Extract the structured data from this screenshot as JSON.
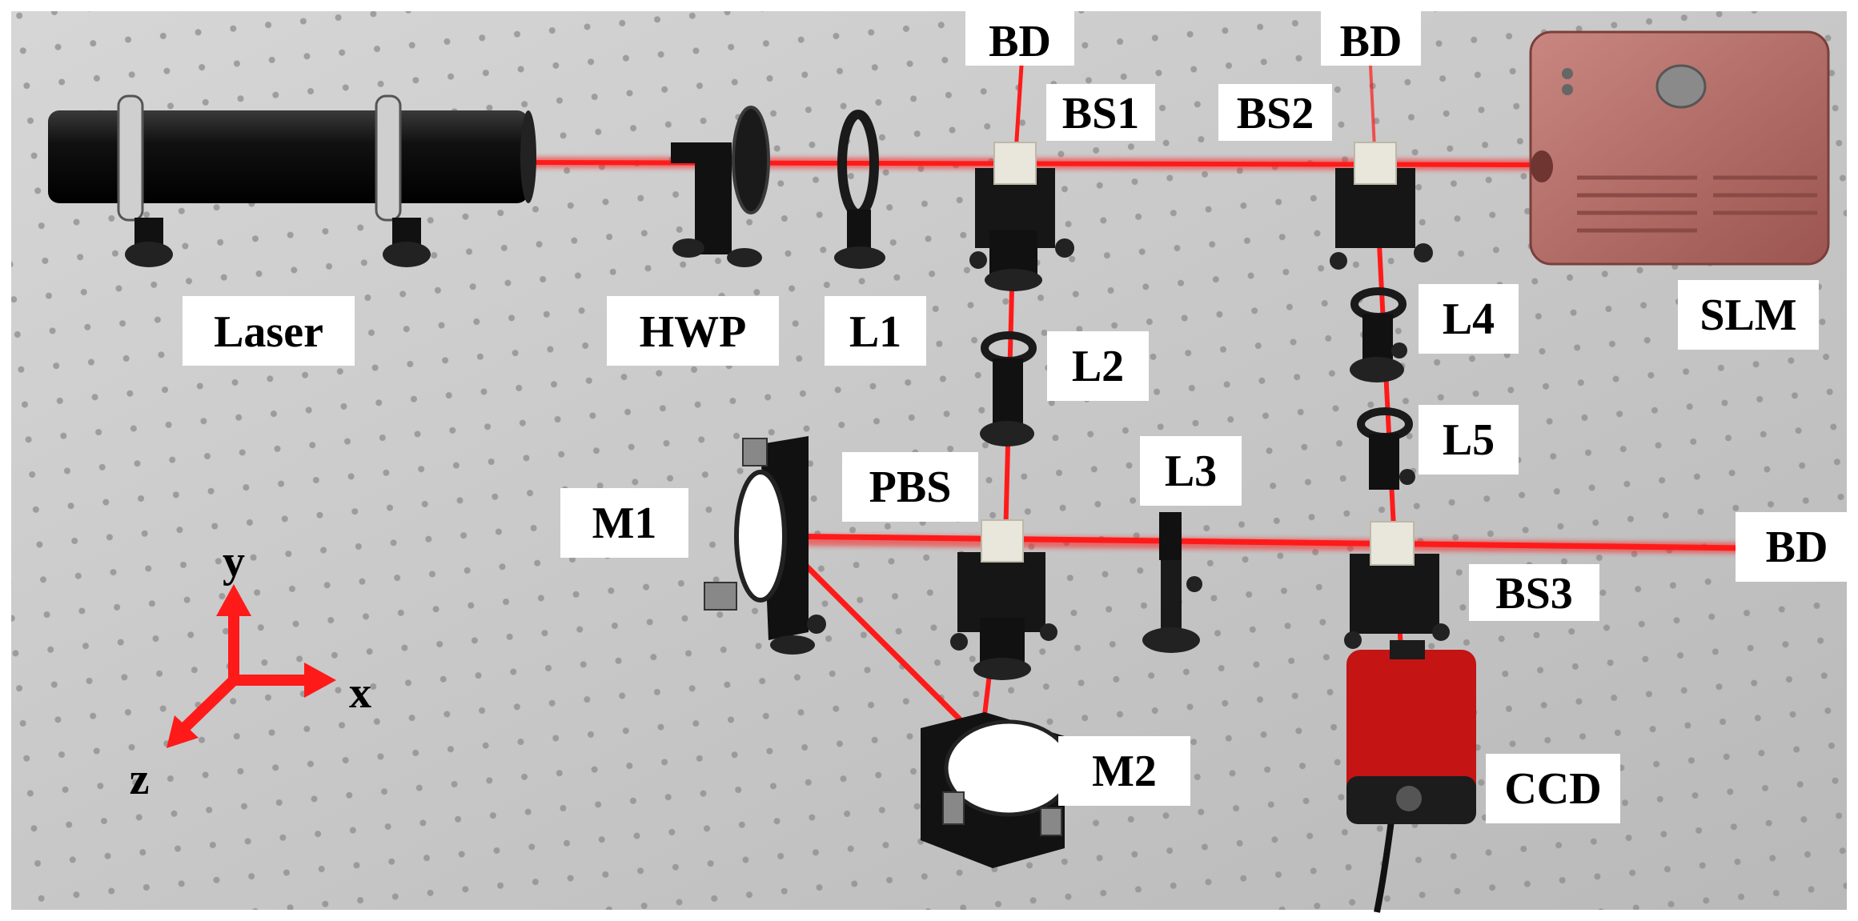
{
  "labels": {
    "laser": "Laser",
    "hwp": "HWP",
    "l1": "L1",
    "bd_top_left": "BD",
    "bd_top_right": "BD",
    "bs1": "BS1",
    "bs2": "BS2",
    "slm": "SLM",
    "l2": "L2",
    "l3": "L3",
    "l4": "L4",
    "l5": "L5",
    "pbs": "PBS",
    "m1": "M1",
    "m2": "M2",
    "bs3": "BS3",
    "bd_right": "BD",
    "ccd": "CCD"
  },
  "axes": {
    "x": "x",
    "y": "y",
    "z": "z"
  },
  "colors": {
    "beam": "#ff1a1a",
    "table": "#c4c4c4",
    "hole": "#8c8c8c",
    "label_bg": "#ffffff",
    "slm_body": "#b4655f",
    "ccd_body": "#c41414",
    "metal_dark": "#1a1a1a",
    "beamsplitter": "#e9e6dc"
  }
}
